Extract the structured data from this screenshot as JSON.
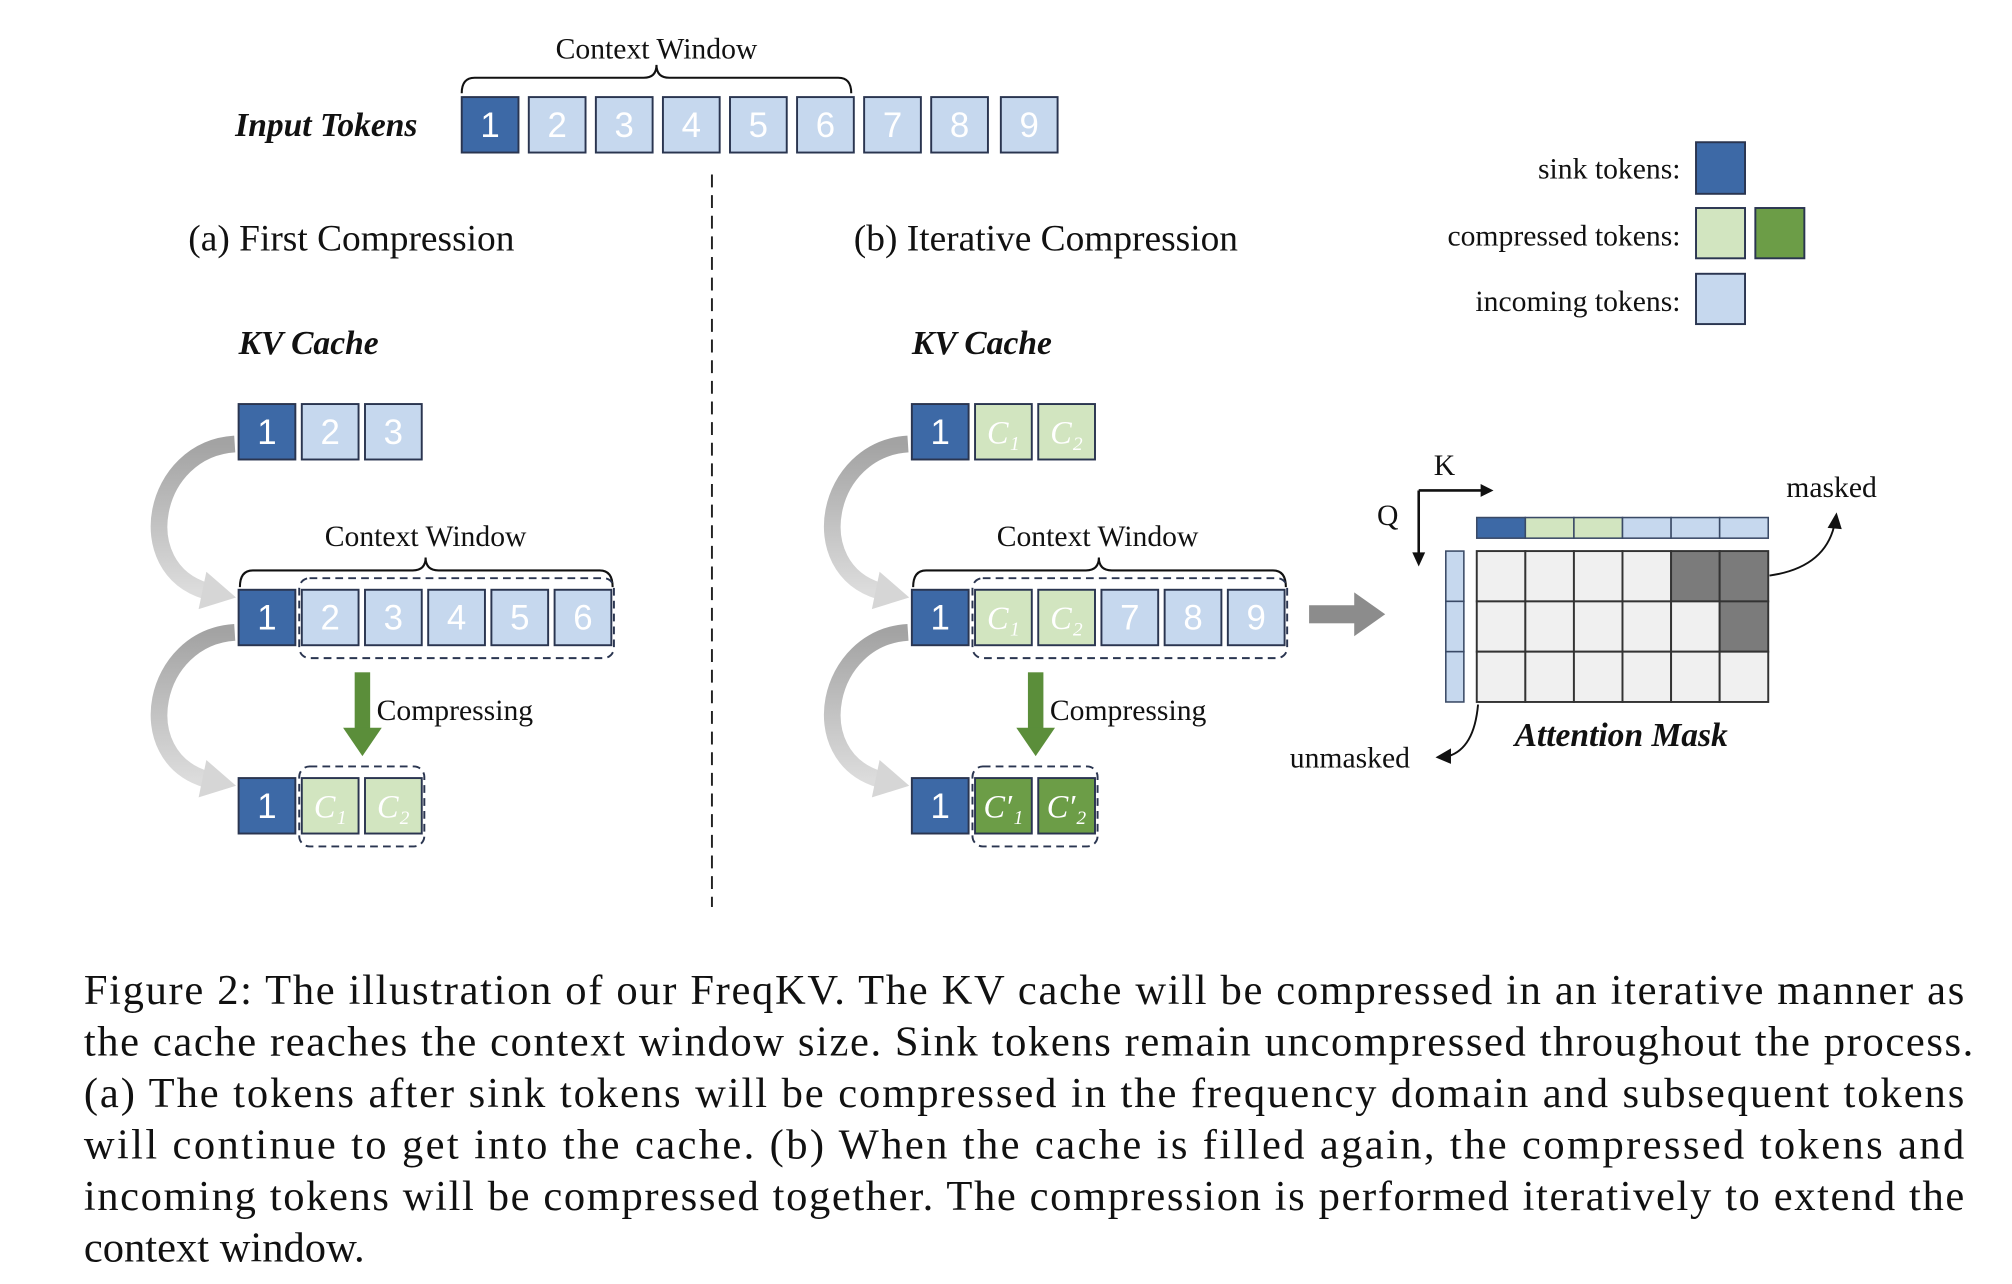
{
  "figure": {
    "input": {
      "context_window_label": "Context Window",
      "label": "Input Tokens",
      "tokens": [
        {
          "label": "1",
          "color": "#3d69a6"
        },
        {
          "label": "2",
          "color": "#c6d8ee"
        },
        {
          "label": "3",
          "color": "#c6d8ee"
        },
        {
          "label": "4",
          "color": "#c6d8ee"
        },
        {
          "label": "5",
          "color": "#c6d8ee"
        },
        {
          "label": "6",
          "color": "#c6d8ee"
        },
        {
          "label": "7",
          "color": "#c6d8ee"
        },
        {
          "label": "8",
          "color": "#c6d8ee"
        },
        {
          "label": "9",
          "color": "#c6d8ee"
        }
      ]
    },
    "legend": {
      "sink_label": "sink tokens:",
      "sink_color": "#3d69a6",
      "compressed_label": "compressed tokens:",
      "compressed_colors": [
        "#d2e5c0",
        "#6c9d47"
      ],
      "incoming_label": "incoming tokens:",
      "incoming_color": "#c6d8ee"
    },
    "panel_a": {
      "title": "(a) First Compression",
      "kv_cache_label": "KV Cache",
      "context_window_label": "Context Window",
      "compressing_label": "Compressing",
      "row1": [
        {
          "label": "1",
          "color": "#3d69a6"
        },
        {
          "label": "2",
          "color": "#c6d8ee"
        },
        {
          "label": "3",
          "color": "#c6d8ee"
        }
      ],
      "row2": [
        {
          "label": "1",
          "color": "#3d69a6"
        },
        {
          "label": "2",
          "color": "#c6d8ee"
        },
        {
          "label": "3",
          "color": "#c6d8ee"
        },
        {
          "label": "4",
          "color": "#c6d8ee"
        },
        {
          "label": "5",
          "color": "#c6d8ee"
        },
        {
          "label": "6",
          "color": "#c6d8ee"
        }
      ],
      "row3": [
        {
          "label": "1",
          "color": "#3d69a6"
        },
        {
          "label": "C₁",
          "color": "#d2e5c0"
        },
        {
          "label": "C₂",
          "color": "#d2e5c0"
        }
      ]
    },
    "panel_b": {
      "title": "(b) Iterative Compression",
      "kv_cache_label": "KV Cache",
      "context_window_label": "Context Window",
      "compressing_label": "Compressing",
      "row1": [
        {
          "label": "1",
          "color": "#3d69a6"
        },
        {
          "label": "C₁",
          "color": "#d2e5c0"
        },
        {
          "label": "C₂",
          "color": "#d2e5c0"
        }
      ],
      "row2": [
        {
          "label": "1",
          "color": "#3d69a6"
        },
        {
          "label": "C₁",
          "color": "#d2e5c0"
        },
        {
          "label": "C₂",
          "color": "#d2e5c0"
        },
        {
          "label": "7",
          "color": "#c6d8ee"
        },
        {
          "label": "8",
          "color": "#c6d8ee"
        },
        {
          "label": "9",
          "color": "#c6d8ee"
        }
      ],
      "row3": [
        {
          "label": "1",
          "color": "#3d69a6"
        },
        {
          "label": "C′₁",
          "color": "#6c9d47"
        },
        {
          "label": "C′₂",
          "color": "#6c9d47"
        }
      ]
    },
    "attention": {
      "k_label": "K",
      "q_label": "Q",
      "masked_label": "masked",
      "unmasked_label": "unmasked",
      "title": "Attention Mask",
      "key_colors": [
        "#3d69a6",
        "#d2e5c0",
        "#d2e5c0",
        "#c6d8ee",
        "#c6d8ee",
        "#c6d8ee"
      ],
      "query_colors": [
        "#c6d8ee",
        "#c6d8ee",
        "#c6d8ee"
      ],
      "mask": [
        [
          0,
          0,
          0,
          0,
          1,
          1
        ],
        [
          0,
          0,
          0,
          0,
          0,
          1
        ],
        [
          0,
          0,
          0,
          0,
          0,
          0
        ]
      ],
      "masked_color": "#7b7b7b",
      "unmasked_color": "#f0f0f0"
    },
    "colors": {
      "compress_arrow": "#5b8e3a",
      "flow_arrow": "#8c8c8c"
    }
  },
  "caption": {
    "lines": [
      "Figure 2: The illustration of our FreqKV. The KV cache will be compressed in an iterative manner as",
      "the cache reaches the context window size. Sink tokens remain uncompressed throughout the process.",
      "(a) The tokens after sink tokens will be compressed in the frequency domain and subsequent tokens",
      "will continue to get into the cache. (b) When the cache is filled again, the compressed tokens and",
      "incoming tokens will be compressed together. The compression is performed iteratively to extend the",
      "context window."
    ]
  }
}
